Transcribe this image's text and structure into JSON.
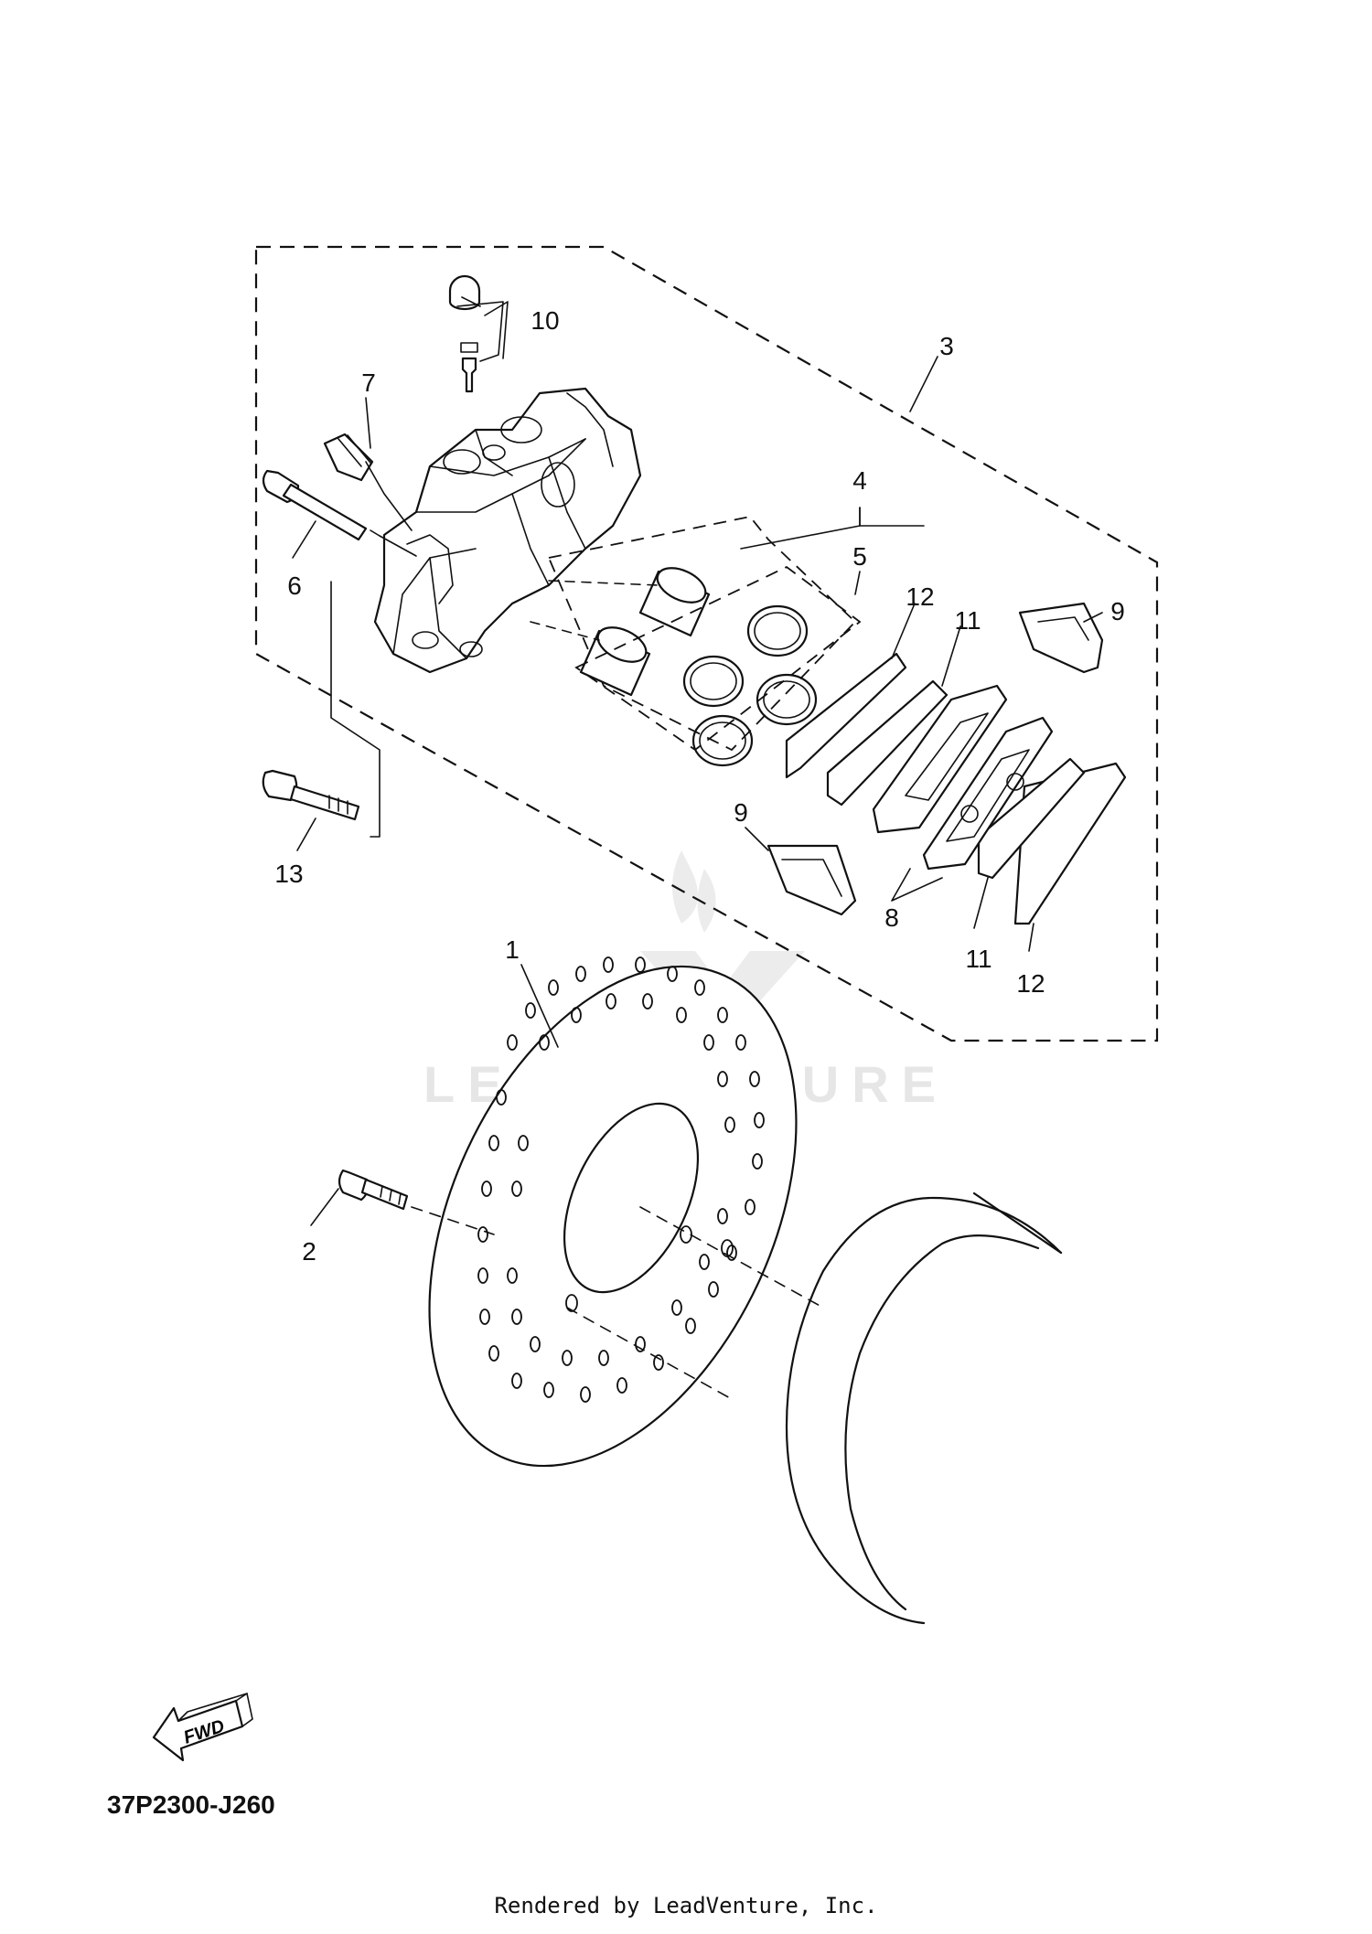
{
  "diagram": {
    "code": "37P2300-J260",
    "fwd_label": "FWD",
    "watermark": "LEADVENTURE",
    "footer": "Rendered by LeadVenture, Inc.",
    "callouts": {
      "c1": "1",
      "c2": "2",
      "c3": "3",
      "c4": "4",
      "c5": "5",
      "c6": "6",
      "c7": "7",
      "c8": "8",
      "c9a": "9",
      "c9b": "9",
      "c10": "10",
      "c11a": "11",
      "c11b": "11",
      "c12a": "12",
      "c12b": "12",
      "c13": "13"
    }
  }
}
